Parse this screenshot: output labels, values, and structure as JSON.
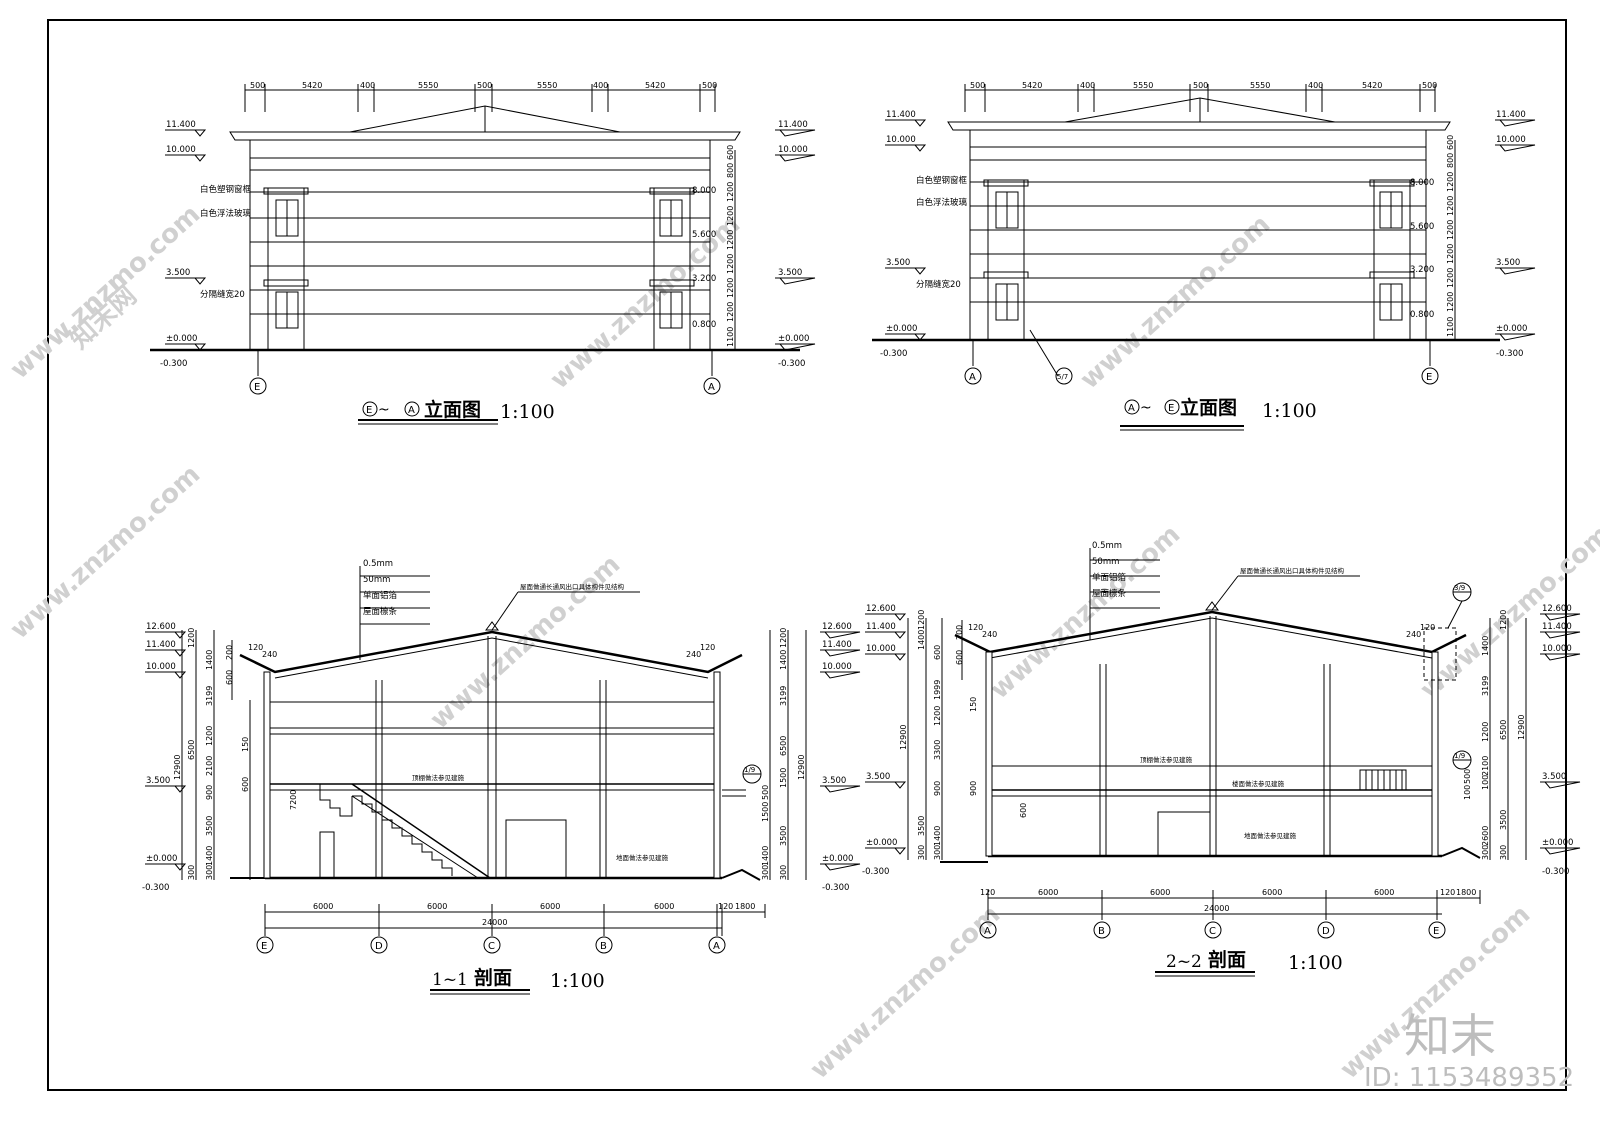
{
  "watermark": {
    "site": "www.znzmo.com",
    "brand": "知末网",
    "logo": "知末",
    "id_label": "ID: 1153489352"
  },
  "elevation_e_a": {
    "title": "立面图",
    "axis_from": "E",
    "axis_to": "A",
    "scale": "1:100",
    "top_dims": [
      "500",
      "5420",
      "400",
      "5550",
      "500",
      "5550",
      "400",
      "5420",
      "500"
    ],
    "left_levels": [
      "11.400",
      "10.000",
      "3.500",
      "±0.000",
      "-0.300"
    ],
    "right_levels": [
      "11.400",
      "10.000",
      "8.000",
      "5.600",
      "3.500",
      "3.200",
      "0.800",
      "±0.000",
      "-0.300"
    ],
    "right_dims": [
      "1100",
      "1200",
      "1200",
      "1200",
      "1200",
      "1200",
      "1200",
      "800",
      "600"
    ],
    "notes": [
      "白色塑钢窗框",
      "白色浮法玻璃",
      "分隔缝宽20"
    ],
    "axes": [
      "E",
      "A"
    ]
  },
  "elevation_a_e": {
    "title": "立面图",
    "axis_from": "A",
    "axis_to": "E",
    "scale": "1:100",
    "top_dims": [
      "500",
      "5420",
      "400",
      "5550",
      "500",
      "5550",
      "400",
      "5420",
      "500"
    ],
    "left_levels": [
      "11.400",
      "10.000",
      "3.500",
      "±0.000",
      "-0.300"
    ],
    "right_levels": [
      "11.400",
      "10.000",
      "8.000",
      "5.600",
      "3.500",
      "3.200",
      "0.800",
      "±0.000",
      "-0.300"
    ],
    "right_dims": [
      "1100",
      "1200",
      "1200",
      "1200",
      "1200",
      "1200",
      "1200",
      "800",
      "600"
    ],
    "notes": [
      "白色塑钢窗框",
      "白色浮法玻璃",
      "分隔缝宽20"
    ],
    "detail_ref": "5/7",
    "axes": [
      "A",
      "E"
    ]
  },
  "section_1_1": {
    "title_num": "1~1",
    "title": "剖面",
    "scale": "1:100",
    "layers": [
      "0.5mm",
      "50mm",
      "单面铝箔",
      "屋面檩条"
    ],
    "roof_note": "屋面做通长通风出口具体构件见结构",
    "levels": [
      "12.600",
      "11.400",
      "10.000",
      "3.500",
      "±0.000",
      "-0.300"
    ],
    "left_dims": [
      "300",
      "300",
      "1400",
      "3500",
      "900",
      "2100",
      "1200",
      "6500",
      "3199",
      "1400",
      "1200",
      "12900"
    ],
    "right_dims": [
      "300",
      "300",
      "1400",
      "3500",
      "1500",
      "500",
      "1500",
      "6500",
      "3199",
      "1400",
      "1200",
      "12900"
    ],
    "small_dims": [
      "120",
      "240",
      "200",
      "600",
      "150",
      "600",
      "7200"
    ],
    "bays": [
      "6000",
      "6000",
      "6000",
      "6000"
    ],
    "total": "24000",
    "end_dims": [
      "120",
      "1800"
    ],
    "notes": [
      "顶棚做法参见建施",
      "地面做法参见建施"
    ],
    "detail_ref": "1/9",
    "axes": [
      "E",
      "D",
      "C",
      "B",
      "A"
    ]
  },
  "section_2_2": {
    "title_num": "2~2",
    "title": "剖面",
    "scale": "1:100",
    "layers": [
      "0.5mm",
      "50mm",
      "单面铝箔",
      "屋面檩条"
    ],
    "roof_note": "屋面做通长通风出口具体构件见结构",
    "levels": [
      "12.600",
      "11.400",
      "10.000",
      "3.500",
      "±0.000",
      "-0.300"
    ],
    "left_dims": [
      "300",
      "300",
      "1400",
      "3500",
      "900",
      "3300",
      "1200",
      "1999",
      "600",
      "1400",
      "1200",
      "12900"
    ],
    "right_dims": [
      "300",
      "300",
      "2600",
      "3500",
      "100",
      "2100",
      "1200",
      "6500",
      "3199",
      "1400",
      "1200",
      "12900"
    ],
    "small_dims": [
      "120",
      "240",
      "200",
      "600",
      "150",
      "900",
      "600",
      "100",
      "500"
    ],
    "bays": [
      "6000",
      "6000",
      "6000",
      "6000"
    ],
    "total": "24000",
    "end_dims": [
      "120",
      "1800"
    ],
    "notes": [
      "顶棚做法参见建施",
      "楼面做法参见建施",
      "地面做法参见建施"
    ],
    "detail_refs": [
      "3/9",
      "1/9"
    ],
    "axes": [
      "A",
      "B",
      "C",
      "D",
      "E"
    ]
  }
}
